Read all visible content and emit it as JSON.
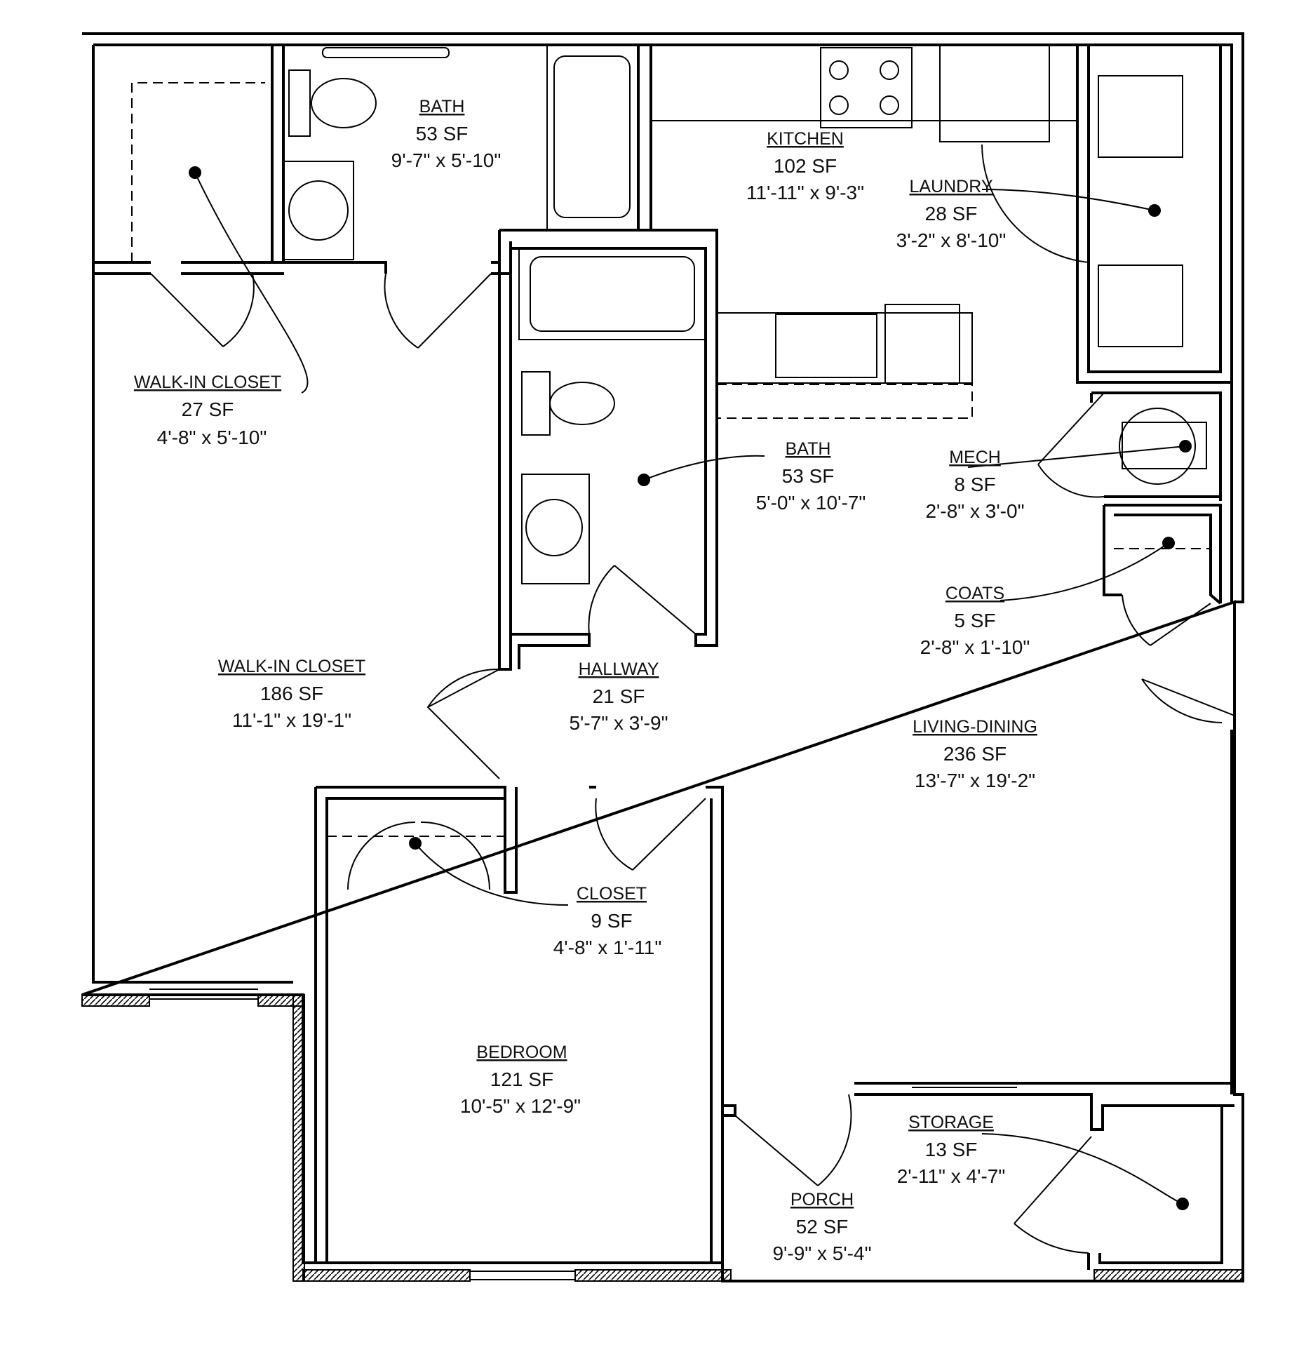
{
  "rooms": [
    {
      "id": "walkin-closet-small",
      "name": "WALK-IN CLOSET",
      "area": "27 SF",
      "dims": "4'-8\" x 5'-10\""
    },
    {
      "id": "bath-top",
      "name": "BATH",
      "area": "53 SF",
      "dims": "9'-7\" x 5'-10\""
    },
    {
      "id": "kitchen",
      "name": "KITCHEN",
      "area": "102 SF",
      "dims": "11'-11\" x 9'-3\""
    },
    {
      "id": "laundry",
      "name": "LAUNDRY",
      "area": "28 SF",
      "dims": "3'-2\" x 8'-10\""
    },
    {
      "id": "bath-middle",
      "name": "BATH",
      "area": "53 SF",
      "dims": "5'-0\" x 10'-7\""
    },
    {
      "id": "mech",
      "name": "MECH",
      "area": "8 SF",
      "dims": "2'-8\" x 3'-0\""
    },
    {
      "id": "coats",
      "name": "COATS",
      "area": "5 SF",
      "dims": "2'-8\" x 1'-10\""
    },
    {
      "id": "walkin-closet-large",
      "name": "WALK-IN CLOSET",
      "area": "186 SF",
      "dims": "11'-1\" x 19'-1\""
    },
    {
      "id": "hallway",
      "name": "HALLWAY",
      "area": "21 SF",
      "dims": "5'-7\" x 3'-9\""
    },
    {
      "id": "living-dining",
      "name": "LIVING-DINING",
      "area": "236 SF",
      "dims": "13'-7\" x 19'-2\""
    },
    {
      "id": "closet",
      "name": "CLOSET",
      "area": "9 SF",
      "dims": "4'-8\" x 1'-11\""
    },
    {
      "id": "bedroom",
      "name": "BEDROOM",
      "area": "121 SF",
      "dims": "10'-5\" x 12'-9\""
    },
    {
      "id": "storage",
      "name": "STORAGE",
      "area": "13 SF",
      "dims": "2'-11\" x 4'-7\""
    },
    {
      "id": "porch",
      "name": "PORCH",
      "area": "52 SF",
      "dims": "9'-9\" x 5'-4\""
    }
  ]
}
